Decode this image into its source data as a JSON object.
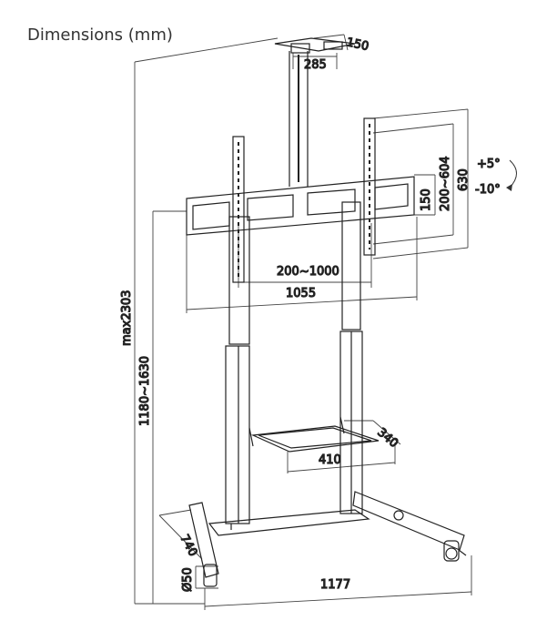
{
  "title": "Dimensions (mm)",
  "labels": {
    "top_depth": "150",
    "top_width": "285",
    "vesa_h": "200~1000",
    "bracket_w": "1055",
    "vesa_v": "200~604",
    "bracket_h": "630",
    "bar_h": "150",
    "tilt_up": "+5°",
    "tilt_down": "-10°",
    "max_height": "max2303",
    "height_range": "1180~1630",
    "shelf_depth": "340",
    "shelf_width": "410",
    "base_depth": "740",
    "caster": "Ø50",
    "base_width": "1177"
  }
}
